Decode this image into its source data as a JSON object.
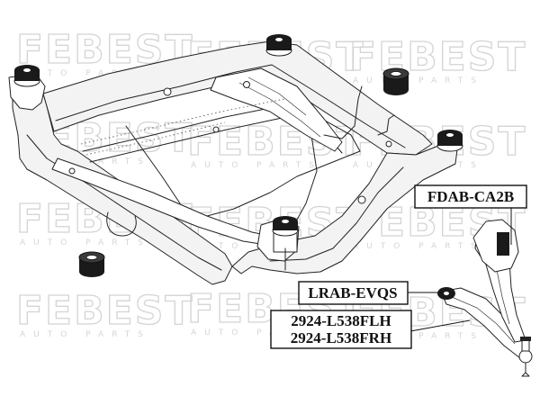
{
  "watermark": {
    "brand": "FEBEST",
    "tagline": "AUTO PARTS"
  },
  "labels": {
    "bushing_rear": "FDAB-CA2B",
    "bushing_front": "LRAB-EVQS",
    "arm_left": "2924-L538FLH",
    "arm_right": "2924-L538FRH"
  },
  "colors": {
    "watermark": "#d4d4d4",
    "ink": "#111111"
  }
}
